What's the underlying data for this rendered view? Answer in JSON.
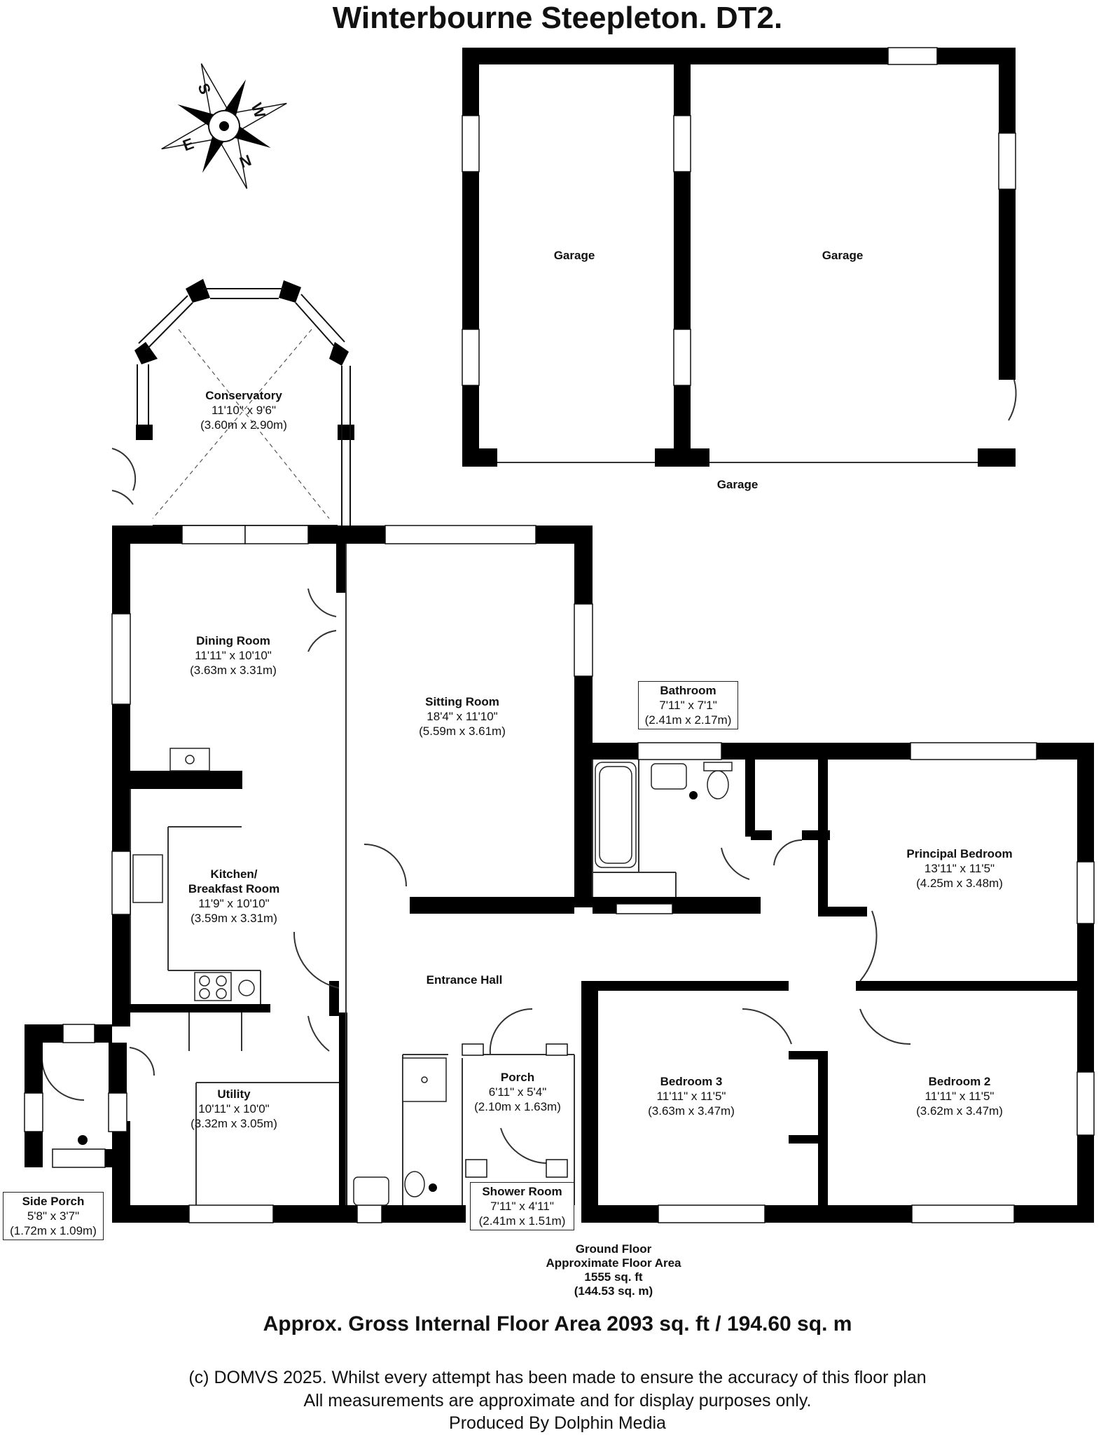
{
  "title": "Winterbourne Steepleton. DT2.",
  "compass": {
    "letters": [
      "S",
      "W",
      "N",
      "E"
    ]
  },
  "rooms": {
    "garage_left": {
      "name": "Garage"
    },
    "garage_right": {
      "name": "Garage"
    },
    "garage_caption": {
      "name": "Garage"
    },
    "conservatory": {
      "name": "Conservatory",
      "imperial": "11'10\" x 9'6\"",
      "metric": "(3.60m x 2.90m)"
    },
    "dining_room": {
      "name": "Dining Room",
      "imperial": "11'11\" x 10'10\"",
      "metric": "(3.63m x 3.31m)"
    },
    "sitting_room": {
      "name": "Sitting Room",
      "imperial": "18'4\" x 11'10\"",
      "metric": "(5.59m x 3.61m)"
    },
    "bathroom": {
      "name": "Bathroom",
      "imperial": "7'11\" x 7'1\"",
      "metric": "(2.41m x 2.17m)"
    },
    "principal_bedroom": {
      "name": "Principal Bedroom",
      "imperial": "13'11\" x 11'5\"",
      "metric": "(4.25m x 3.48m)"
    },
    "kitchen": {
      "name": "Kitchen/",
      "name2": "Breakfast Room",
      "imperial": "11'9\" x 10'10\"",
      "metric": "(3.59m x 3.31m)"
    },
    "entrance_hall": {
      "name": "Entrance Hall"
    },
    "utility": {
      "name": "Utility",
      "imperial": "10'11\" x 10'0\"",
      "metric": "(3.32m x 3.05m)"
    },
    "porch": {
      "name": "Porch",
      "imperial": "6'11\" x 5'4\"",
      "metric": "(2.10m x 1.63m)"
    },
    "bedroom3": {
      "name": "Bedroom 3",
      "imperial": "11'11\" x 11'5\"",
      "metric": "(3.63m x 3.47m)"
    },
    "bedroom2": {
      "name": "Bedroom 2",
      "imperial": "11'11\" x 11'5\"",
      "metric": "(3.62m x 3.47m)"
    },
    "side_porch": {
      "name": "Side Porch",
      "imperial": "5'8\" x 3'7\"",
      "metric": "(1.72m x 1.09m)"
    },
    "shower_room": {
      "name": "Shower Room",
      "imperial": "7'11\" x 4'11\"",
      "metric": "(2.41m x 1.51m)"
    }
  },
  "floor_summary": {
    "line1": "Ground Floor",
    "line2": "Approximate Floor Area",
    "line3": "1555 sq. ft",
    "line4": "(144.53 sq. m)"
  },
  "gross_area": "Approx. Gross Internal Floor Area 2093 sq. ft / 194.60 sq. m",
  "footer": {
    "line1": "(c) DOMVS 2025. Whilst every attempt has been made to ensure the accuracy of this floor plan",
    "line2": "All measurements are approximate and for display purposes only.",
    "line3": "Produced By Dolphin Media"
  },
  "colors": {
    "wall": "#000000",
    "window": "#ffffff",
    "line": "#333333"
  }
}
